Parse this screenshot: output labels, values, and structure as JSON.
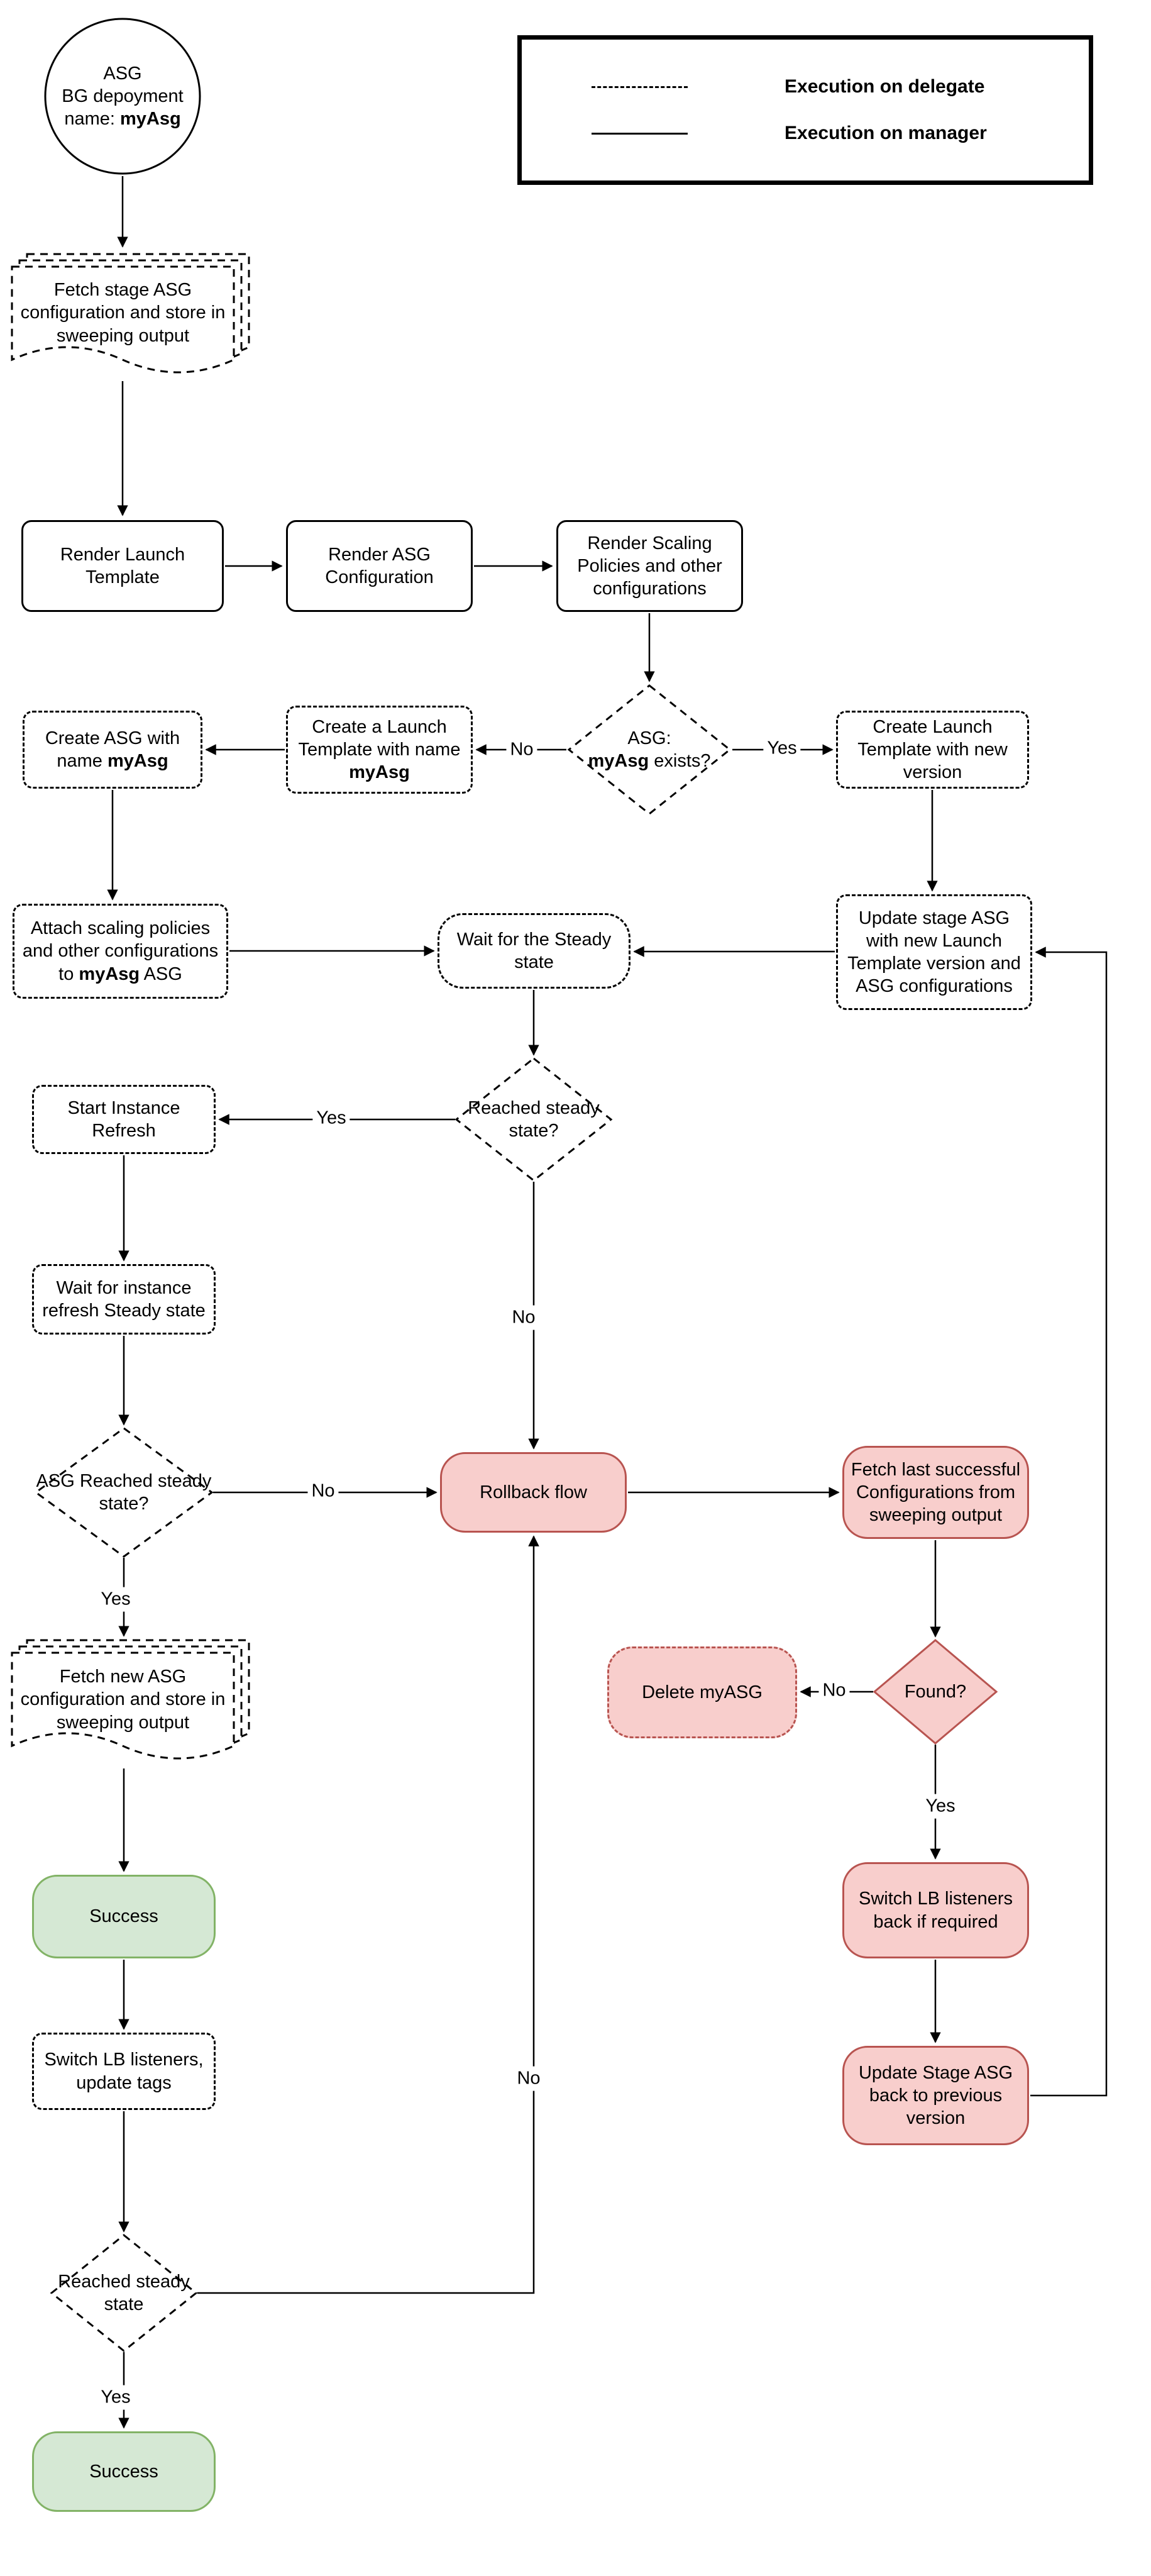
{
  "legend": {
    "delegate": "Execution on delegate",
    "manager": "Execution on manager"
  },
  "nodes": {
    "start": {
      "line1": "ASG",
      "line2": "BG depoyment",
      "line3_pre": "name: ",
      "line3_bold": "myAsg"
    },
    "fetch_stage": "Fetch stage ASG configuration and store in sweeping output",
    "render_launch_template": "Render Launch Template",
    "render_asg_config": "Render ASG Configuration",
    "render_scaling": "Render Scaling Policies and other configurations",
    "asg_exists": {
      "line1": "ASG:",
      "bold": "myAsg",
      "post": " exists?"
    },
    "create_launch_template_myasg": {
      "pre": "Create a Launch Template with name ",
      "bold": "myAsg"
    },
    "create_asg": {
      "pre": "Create ASG with name ",
      "bold": "myAsg"
    },
    "create_launch_template_new": "Create Launch Template with new version",
    "attach_scaling": {
      "pre": "Attach scaling policies and other configurations to ",
      "bold": "myAsg",
      "post": " ASG"
    },
    "wait_steady": "Wait for the Steady state",
    "update_stage_asg": "Update stage ASG with new Launch Template version and ASG configurations",
    "reached_steady_1": "Reached steady state?",
    "start_instance_refresh": "Start Instance Refresh",
    "wait_instance_refresh": "Wait for instance refresh Steady state",
    "asg_reached_steady": "ASG Reached steady state?",
    "rollback_flow": "Rollback flow",
    "fetch_last_successful": "Fetch last successful Configurations from sweeping output",
    "fetch_new_asg": "Fetch new ASG configuration and store in sweeping output",
    "success_1": "Success",
    "switch_lb": "Switch LB listeners, update tags",
    "found": "Found?",
    "delete_myasg": "Delete myASG",
    "switch_lb_back": "Switch LB listeners back if required",
    "update_stage_back": "Update Stage ASG back to previous version",
    "reached_steady_2": "Reached steady state",
    "success_2": "Success"
  },
  "labels": {
    "no_exists": "No",
    "yes_exists": "Yes",
    "yes_steady1": "Yes",
    "no_steady1": "No",
    "no_asg_reached": "No",
    "yes_asg_reached": "Yes",
    "no_found": "No",
    "yes_found": "Yes",
    "no_steady2": "No",
    "yes_steady2": "Yes"
  },
  "colors": {
    "danger_fill": "#f8cecc",
    "danger_stroke": "#b85450",
    "success_fill": "#d5e8d4",
    "success_stroke": "#82b366",
    "line": "#000000"
  }
}
